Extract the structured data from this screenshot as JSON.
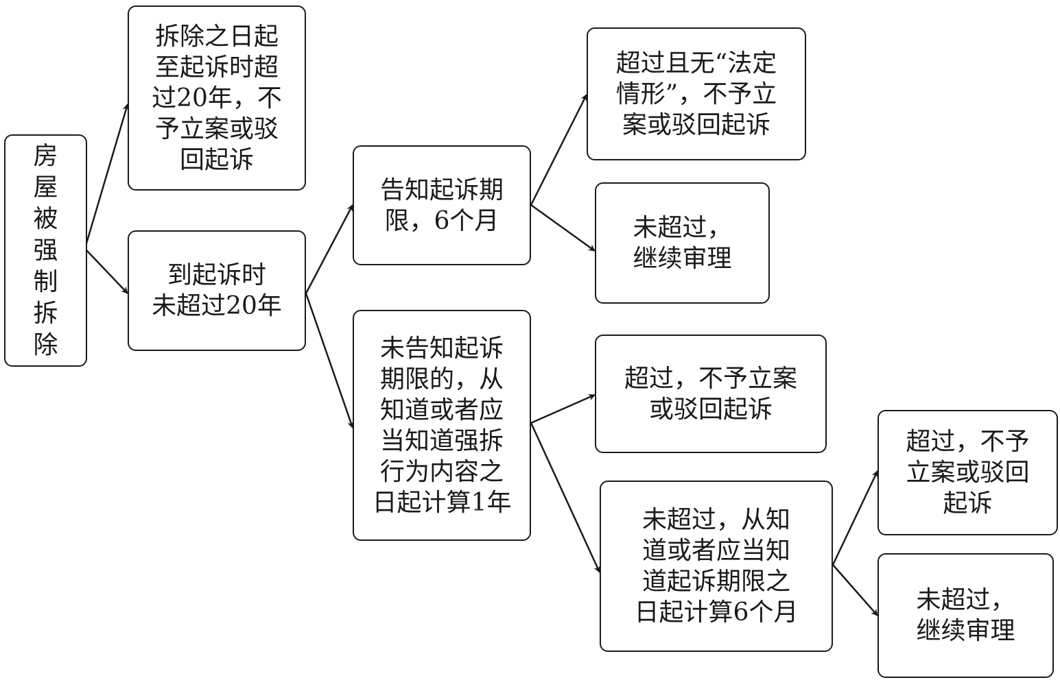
{
  "nodes": {
    "root": "房\n屋\n被\n强\n制\n拆\n除",
    "over20": "拆除之日起\n至起诉时超\n过20年，不\n予立案或驳\n回起诉",
    "under20": "到起诉时\n未超过20年",
    "informed": "告知起诉期\n限，6个月",
    "not_informed": "未告知起诉\n期限的，从\n知道或者应\n当知道强拆\n行为内容之\n日起计算1年",
    "informed_exceeded": "超过且无“法定\n情形”，不予立\n案或驳回起诉",
    "informed_not_exceeded": "未超过，\n继续审理",
    "ni_exceeded": "超过，不予立案\n或驳回起诉",
    "ni_not_exceeded": "未超过，从知\n道或者应当知\n道起诉期限之\n日起计算6个月",
    "final_exceeded": "超过，不予\n立案或驳回\n起诉",
    "final_not_exceeded": "未超过，\n继续审理"
  }
}
